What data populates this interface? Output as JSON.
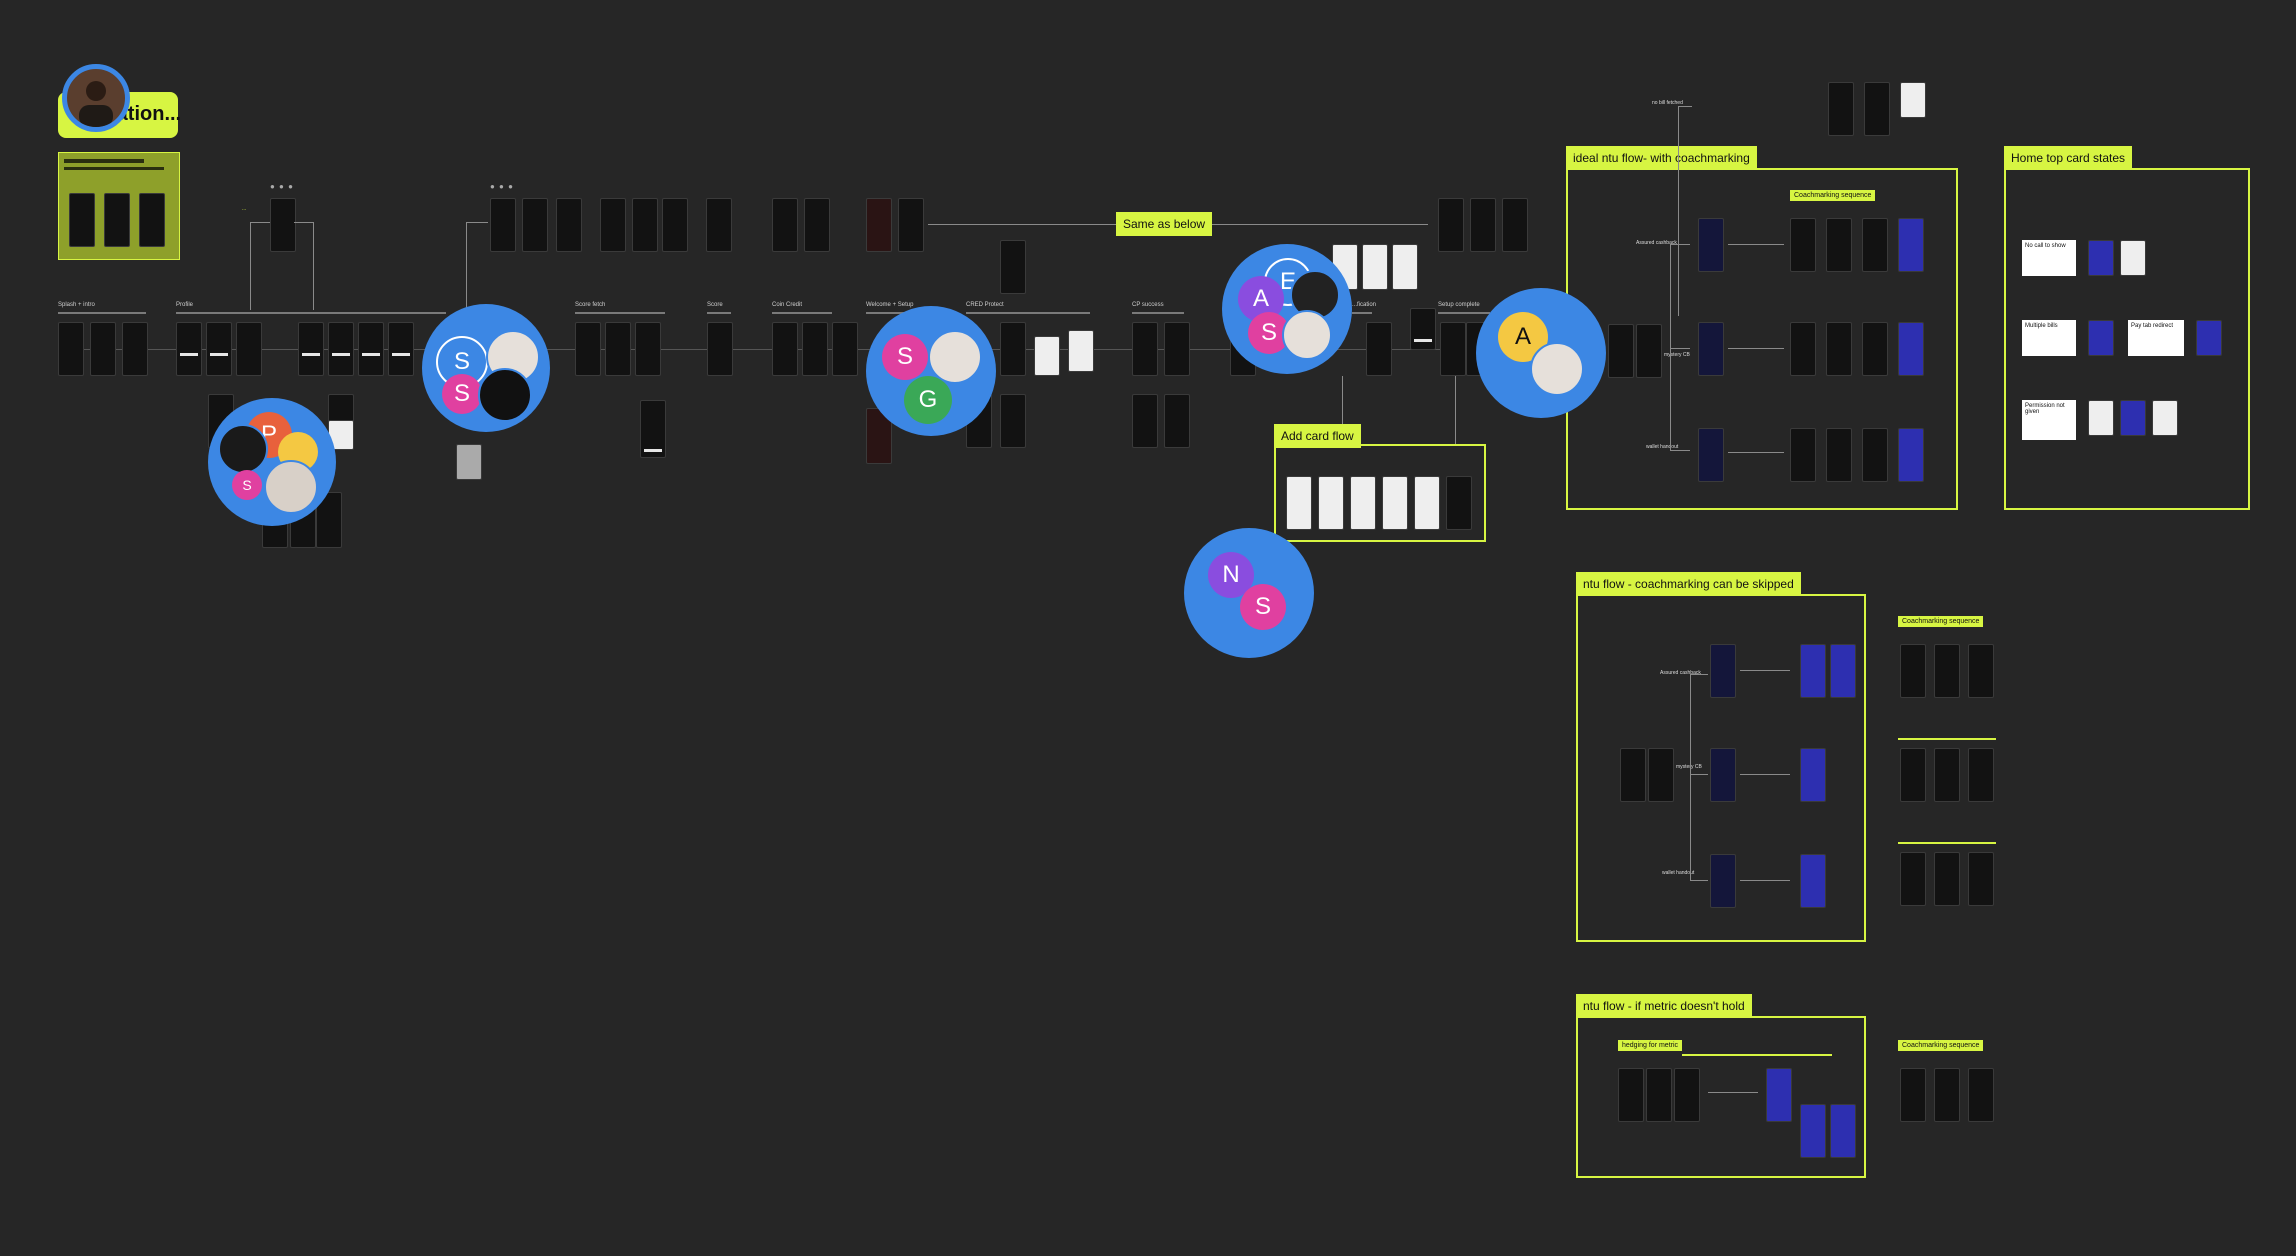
{
  "title_card": {
    "text": "...ation..."
  },
  "flow_labels": {
    "splash": "Splash + intro",
    "profile": "Profile",
    "score_fetch": "Score fetch",
    "score": "Score",
    "coin_credit": "Coin Credit",
    "welcome_setup": "Welcome + Setup",
    "cred_protect": "CRED Protect",
    "cp_success": "CP success",
    "verification": "...fication",
    "setup_complete": "Setup complete"
  },
  "callouts": {
    "same_as_below": "Same as below",
    "add_card_flow": "Add card flow"
  },
  "sections": {
    "ideal": "ideal ntu flow- with coachmarking",
    "home_top": "Home top card states",
    "skipped": "ntu flow - coachmarking can be skipped",
    "metric": "ntu flow - if metric doesn't hold",
    "coach_seq": "Coachmarking sequence",
    "hedging": "hedging for metric"
  },
  "branch_labels": {
    "assured_cashback": "Assured cashback",
    "mystery_cb": "mystery CB",
    "wallet_handout": "wallet handout",
    "no_bill_fetched": "no bill fetched"
  },
  "home_states": {
    "no_cta": "No call to show",
    "multiple_bills": "Multiple bills",
    "pay_tab_redirect": "Pay tab redirect",
    "permission_not_given": "Permission not given"
  },
  "avatars": {
    "cluster_a": [
      "P",
      "S"
    ],
    "cluster_b": [
      "S",
      "S"
    ],
    "cluster_c": [
      "S",
      "G"
    ],
    "cluster_d": [
      "A",
      "E",
      "S"
    ],
    "cluster_e": [
      "A"
    ],
    "cluster_f": [
      "N",
      "S"
    ]
  },
  "colors": {
    "accent": "#d7f542",
    "background": "#262626",
    "cluster": "#3c87e4",
    "pink": "#e040a0",
    "purple": "#8a4ddf",
    "yellow": "#f4c842",
    "green": "#3aa857",
    "orange": "#e8613c"
  }
}
